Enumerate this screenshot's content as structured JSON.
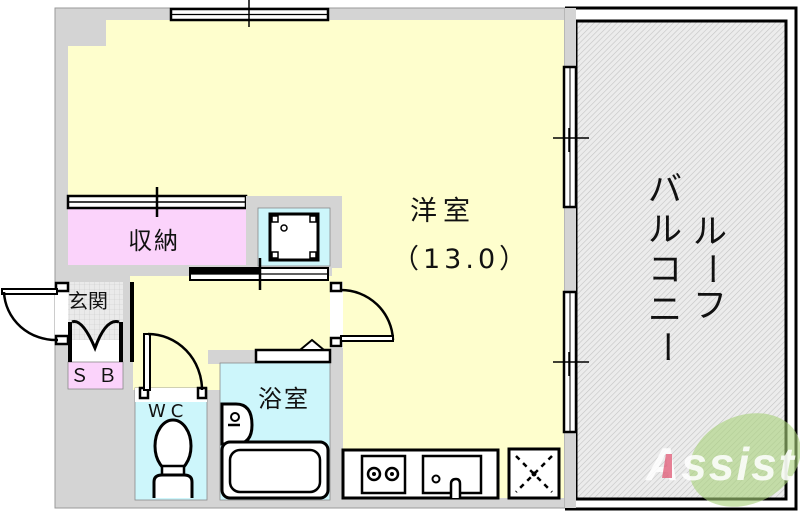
{
  "floorplan": {
    "rooms": {
      "western_room": {
        "label": "洋室",
        "area": "（13.0）"
      },
      "storage": {
        "label": "収納"
      },
      "entrance": {
        "label": "玄関"
      },
      "shoe_box": {
        "label": "ＳＢ"
      },
      "toilet": {
        "label": "WC"
      },
      "bathroom": {
        "label": "浴室"
      },
      "roof_balcony": {
        "label": "ルーフバルコニー",
        "column_1": [
          "バ",
          "ル",
          "コ",
          "ニ",
          "ー"
        ],
        "column_2": [
          "ル",
          "ー",
          "フ"
        ]
      }
    },
    "fixtures": [
      "washing-machine-space",
      "toilet",
      "wash-basin",
      "bathtub",
      "gas-stove",
      "kitchen-sink",
      "refrigerator-space"
    ],
    "watermark": {
      "text": "Assist"
    },
    "colors": {
      "western_room": "#fefecd",
      "storage": "#fbd3fb",
      "wet_area": "#cdf6fb",
      "wall": "#d4d4d4",
      "balcony": "#e6e6e6",
      "entrance_tile": "#e4e4e4",
      "watermark_green": "#a9d27a",
      "watermark_red": "#e0607a"
    }
  }
}
